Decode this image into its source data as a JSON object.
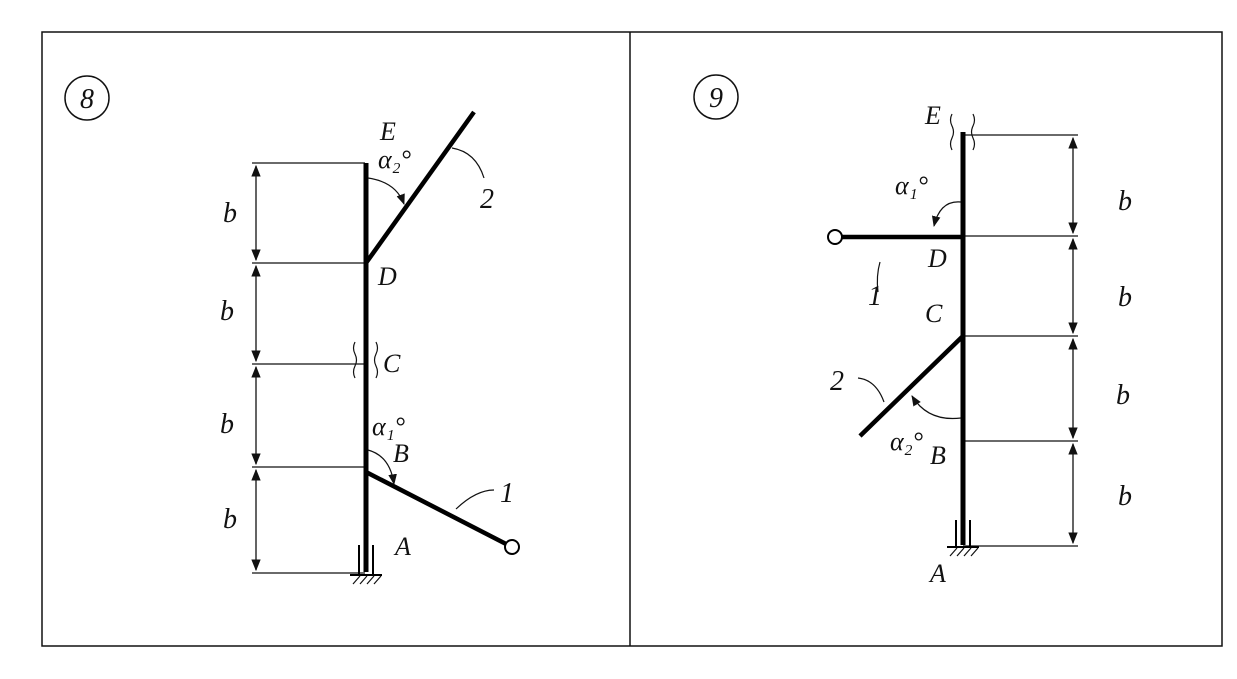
{
  "panels": [
    {
      "number": "8",
      "points": {
        "E": "E",
        "D": "D",
        "C": "C",
        "B": "B",
        "A": "A"
      },
      "angles": {
        "alpha2": "α₂°",
        "alpha1": "α₁°"
      },
      "rods": {
        "rod1": "1",
        "rod2": "2"
      },
      "dims": [
        "b",
        "b",
        "b",
        "b"
      ]
    },
    {
      "number": "9",
      "points": {
        "E": "E",
        "D": "D",
        "C": "C",
        "B": "B",
        "A": "A"
      },
      "angles": {
        "alpha1": "α₁°",
        "alpha2": "α₂°"
      },
      "rods": {
        "rod1": "1",
        "rod2": "2"
      },
      "dims": [
        "b",
        "b",
        "b",
        "b"
      ]
    }
  ]
}
